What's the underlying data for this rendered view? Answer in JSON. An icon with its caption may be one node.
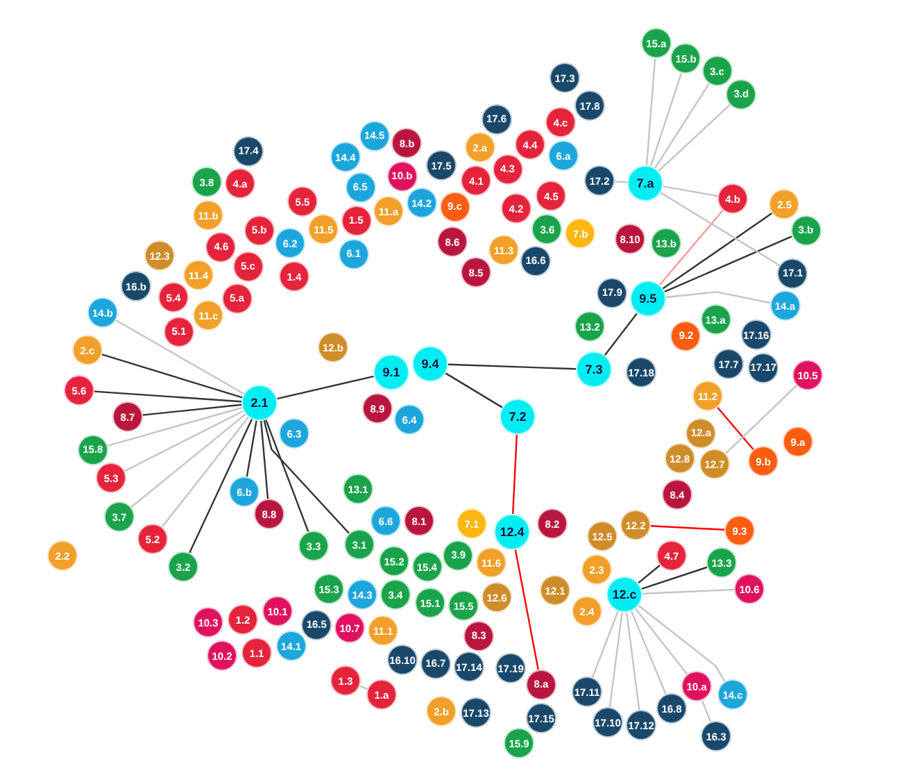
{
  "diagram": {
    "nodes": [
      {
        "text": [
          "15.a"
        ]
      },
      {
        "text": [
          "15.b"
        ]
      },
      {
        "text": [
          "3.c"
        ]
      },
      {
        "text": [
          "3.d"
        ]
      },
      {
        "text": [
          "17.3"
        ]
      },
      {
        "text": [
          "17.8"
        ]
      },
      {
        "text": [
          "17.6"
        ]
      },
      {
        "text": [
          "4.c"
        ]
      },
      {
        "text": [
          "14.5"
        ]
      },
      {
        "text": [
          "8.b"
        ]
      },
      {
        "text": [
          "2.a"
        ]
      },
      {
        "text": [
          "4.4"
        ]
      },
      {
        "text": [
          "6.a"
        ]
      },
      {
        "text": [
          "14.4"
        ]
      },
      {
        "text": [
          "17.5"
        ]
      },
      {
        "text": [
          "10.b"
        ]
      },
      {
        "text": [
          "4.3"
        ]
      },
      {
        "text": [
          "17.4"
        ]
      },
      {
        "text": [
          "17.2"
        ]
      },
      {
        "text": [
          "7.a"
        ]
      },
      {
        "text": [
          "4.1"
        ]
      },
      {
        "text": [
          "14.2"
        ]
      },
      {
        "text": [
          "6.5"
        ]
      },
      {
        "text": [
          "4.b"
        ]
      },
      {
        "text": [
          "11.a"
        ]
      },
      {
        "text": [
          "9.c"
        ]
      },
      {
        "text": [
          "4.5"
        ]
      },
      {
        "text": [
          "2.5"
        ]
      },
      {
        "text": [
          "5.5"
        ]
      },
      {
        "text": [
          "3.8"
        ]
      },
      {
        "text": [
          "4.a"
        ]
      },
      {
        "text": [
          "1.5"
        ]
      },
      {
        "text": [
          "11.5"
        ]
      },
      {
        "text": [
          "8.6"
        ]
      },
      {
        "text": [
          "4.2"
        ]
      },
      {
        "text": [
          "3.6"
        ]
      },
      {
        "text": [
          "7.b"
        ]
      },
      {
        "text": [
          "3.b"
        ]
      },
      {
        "text": [
          "11.3"
        ]
      },
      {
        "text": [
          "8.10"
        ]
      },
      {
        "text": [
          "6.2"
        ]
      },
      {
        "text": [
          "6.1"
        ]
      },
      {
        "text": [
          "13.b"
        ]
      },
      {
        "text": [
          "11.b"
        ]
      },
      {
        "text": [
          "8.5"
        ]
      },
      {
        "text": [
          "16.6"
        ]
      },
      {
        "text": [
          "5.b"
        ]
      },
      {
        "text": [
          "1.4"
        ]
      },
      {
        "text": [
          "17.1"
        ]
      },
      {
        "text": [
          "12.3"
        ]
      },
      {
        "text": [
          "4.6"
        ]
      },
      {
        "text": [
          "17.9"
        ]
      },
      {
        "text": [
          "9.5"
        ]
      },
      {
        "text": [
          "11.4"
        ]
      },
      {
        "text": [
          "5.c"
        ]
      },
      {
        "text": [
          "14.a"
        ]
      },
      {
        "text": [
          "13.a"
        ]
      },
      {
        "text": [
          "16.b"
        ]
      },
      {
        "text": [
          "5.4"
        ]
      },
      {
        "text": [
          "13.2"
        ]
      },
      {
        "text": [
          "5.a"
        ]
      },
      {
        "text": [
          "9.2"
        ]
      },
      {
        "text": [
          "11.c"
        ]
      },
      {
        "text": [
          "17.16"
        ]
      },
      {
        "text": [
          "5.1"
        ]
      },
      {
        "text": [
          "14.b"
        ]
      },
      {
        "text": [
          "9.1"
        ]
      },
      {
        "text": [
          "9.4"
        ]
      },
      {
        "text": [
          "7.3"
        ]
      },
      {
        "text": [
          "17.18"
        ]
      },
      {
        "text": [
          "12.b"
        ]
      },
      {
        "text": [
          "17.7"
        ]
      },
      {
        "text": [
          "2.c"
        ]
      },
      {
        "text": [
          "10.5"
        ]
      },
      {
        "text": [
          "11.2"
        ]
      },
      {
        "text": [
          "8.9"
        ]
      },
      {
        "text": [
          "2.1"
        ]
      },
      {
        "text": [
          "5.6"
        ]
      },
      {
        "text": [
          "9.a"
        ]
      },
      {
        "text": [
          "8.7"
        ]
      },
      {
        "text": [
          "17.17"
        ]
      },
      {
        "text": [
          "7.2"
        ]
      },
      {
        "text": [
          "6.4"
        ]
      },
      {
        "text": [
          "6.3"
        ]
      },
      {
        "text": [
          "15.8"
        ]
      },
      {
        "text": [
          "12.a"
        ]
      },
      {
        "text": [
          "5.3"
        ]
      },
      {
        "text": [
          "12.8"
        ]
      },
      {
        "text": [
          "9.b"
        ]
      },
      {
        "text": [
          "12.7"
        ]
      },
      {
        "text": [
          "3.7"
        ]
      },
      {
        "text": [
          "2.2"
        ]
      },
      {
        "text": [
          "6.b"
        ]
      },
      {
        "text": [
          "5.2"
        ]
      },
      {
        "text": [
          "8.4"
        ]
      },
      {
        "text": [
          "8.8"
        ]
      },
      {
        "text": [
          "10.3"
        ]
      },
      {
        "text": [
          "10.1"
        ]
      },
      {
        "text": [
          "1.2"
        ]
      },
      {
        "text": [
          "13.1"
        ]
      },
      {
        "text": [
          "7.1"
        ]
      },
      {
        "text": [
          "8.2"
        ]
      },
      {
        "text": [
          "12.2"
        ]
      },
      {
        "text": [
          "9.3"
        ]
      },
      {
        "text": [
          "12.4"
        ]
      },
      {
        "text": [
          "10.2"
        ]
      },
      {
        "text": [
          "1.1"
        ]
      },
      {
        "text": [
          "6.6"
        ]
      },
      {
        "text": [
          "15.2"
        ]
      },
      {
        "text": [
          "12.5"
        ]
      },
      {
        "text": [
          "13.3"
        ]
      },
      {
        "text": [
          "15.4"
        ]
      },
      {
        "text": [
          "8.1"
        ]
      },
      {
        "text": [
          "4.7"
        ]
      },
      {
        "text": [
          "3.2"
        ]
      },
      {
        "text": [
          "3.9"
        ]
      },
      {
        "text": [
          "11.6"
        ]
      },
      {
        "text": [
          "2.3"
        ]
      },
      {
        "text": [
          "15.3"
        ]
      },
      {
        "text": [
          "14.3"
        ]
      },
      {
        "text": [
          "3.4"
        ]
      },
      {
        "text": [
          "2.4"
        ]
      },
      {
        "text": [
          "12.c"
        ]
      },
      {
        "text": [
          "10.6"
        ]
      },
      {
        "text": [
          "12.6"
        ]
      },
      {
        "text": [
          "12.1"
        ]
      },
      {
        "text": [
          "15.1"
        ]
      },
      {
        "text": [
          "3.3"
        ]
      },
      {
        "text": [
          "16.5"
        ]
      },
      {
        "text": [
          "10.7"
        ]
      },
      {
        "text": [
          "8.3"
        ]
      },
      {
        "text": [
          "11.1"
        ]
      },
      {
        "text": [
          "15.5"
        ]
      },
      {
        "text": [
          "14.1"
        ]
      },
      {
        "text": [
          "3.1"
        ]
      },
      {
        "text": [
          "16.10"
        ]
      },
      {
        "text": [
          "16.7"
        ]
      },
      {
        "text": [
          "17.14"
        ]
      },
      {
        "text": [
          "17.19"
        ]
      },
      {
        "text": [
          "1.a"
        ]
      },
      {
        "text": [
          "1.3"
        ]
      },
      {
        "text": [
          "8.a"
        ]
      },
      {
        "text": [
          "10.a"
        ]
      },
      {
        "text": [
          "17.11"
        ]
      },
      {
        "text": [
          "14.c"
        ]
      },
      {
        "text": [
          "2.b"
        ]
      },
      {
        "text": [
          "16.8"
        ]
      },
      {
        "text": [
          "17.13"
        ]
      },
      {
        "text": [
          "17.15"
        ]
      },
      {
        "text": [
          "17.10"
        ]
      },
      {
        "text": [
          "17.12"
        ]
      },
      {
        "text": [
          "16.3"
        ]
      },
      {
        "text": [
          "15.9"
        ]
      }
    ],
    "edges": [
      {
        "from": 0,
        "to": 19,
        "arrow": "none"
      },
      {
        "from": 1,
        "to": 19,
        "arrow": "none"
      },
      {
        "from": 2,
        "to": 19,
        "arrow": "none"
      },
      {
        "from": 3,
        "to": 19,
        "arrow": "none"
      },
      {
        "from": 18,
        "to": 19,
        "arrow": "none"
      },
      {
        "from": 23,
        "to": 19,
        "arrow": "none"
      },
      {
        "from": 23,
        "to": 52,
        "arrow": "none",
        "color": "#ff9999"
      },
      {
        "from": 27,
        "to": 52,
        "arrow": "none",
        "color": "#333333"
      },
      {
        "from": 37,
        "to": 52,
        "arrow": "none",
        "color": "#333333"
      },
      {
        "from": 48,
        "to": 19,
        "arrow": "none"
      },
      {
        "from": 55,
        "to": 52,
        "arrow": "none"
      },
      {
        "from": 77,
        "to": 76,
        "arrow": "none",
        "color": "#333333"
      },
      {
        "from": 79,
        "to": 76,
        "arrow": "none",
        "color": "#333333"
      },
      {
        "from": 72,
        "to": 76,
        "arrow": "none",
        "color": "#333333"
      },
      {
        "from": 84,
        "to": 76,
        "arrow": "none"
      },
      {
        "from": 86,
        "to": 76,
        "arrow": "none"
      },
      {
        "from": 90,
        "to": 76,
        "arrow": "none"
      },
      {
        "from": 93,
        "to": 76,
        "arrow": "none"
      },
      {
        "from": 92,
        "to": 76,
        "arrow": "none",
        "color": "#333333"
      },
      {
        "from": 114,
        "to": 76,
        "arrow": "none",
        "color": "#333333"
      },
      {
        "from": 127,
        "to": 76,
        "arrow": "none",
        "color": "#333333"
      },
      {
        "from": 134,
        "to": 76,
        "arrow": "none",
        "color": "#333333"
      },
      {
        "from": 95,
        "to": 76,
        "arrow": "none",
        "color": "#333333"
      },
      {
        "from": 65,
        "to": 76,
        "arrow": "none"
      },
      {
        "from": 143,
        "to": 122,
        "arrow": "none"
      },
      {
        "from": 149,
        "to": 122,
        "arrow": "none"
      },
      {
        "from": 150,
        "to": 122,
        "arrow": "none"
      },
      {
        "from": 146,
        "to": 122,
        "arrow": "none"
      },
      {
        "from": 142,
        "to": 122,
        "arrow": "none"
      },
      {
        "from": 144,
        "to": 122,
        "arrow": "none"
      },
      {
        "from": 151,
        "to": 142,
        "arrow": "none"
      },
      {
        "from": 123,
        "to": 122,
        "arrow": "none"
      },
      {
        "from": 110,
        "to": 122,
        "arrow": "none",
        "color": "#333333"
      },
      {
        "from": 113,
        "to": 122,
        "arrow": "none",
        "color": "#333333"
      },
      {
        "from": 102,
        "to": 103,
        "arrow": "none",
        "color": "#ff0000"
      },
      {
        "from": 88,
        "to": 74,
        "arrow": "none",
        "color": "#ff0000"
      },
      {
        "from": 73,
        "to": 89,
        "arrow": "none"
      },
      {
        "from": 141,
        "to": 104,
        "arrow": "none",
        "color": "#ff0000"
      },
      {
        "from": 140,
        "to": 139,
        "arrow": "none"
      },
      {
        "from": 67,
        "to": 81,
        "arrow": "none",
        "color": "#333333"
      },
      {
        "from": 67,
        "to": 68,
        "arrow": "none",
        "color": "#333333"
      },
      {
        "from": 68,
        "to": 52,
        "arrow": "none",
        "color": "#333333"
      },
      {
        "from": 76,
        "to": 66,
        "arrow": "none",
        "color": "#333333"
      },
      {
        "from": 104,
        "to": 81,
        "arrow": "none",
        "color": "#ff0000"
      }
    ]
  }
}
